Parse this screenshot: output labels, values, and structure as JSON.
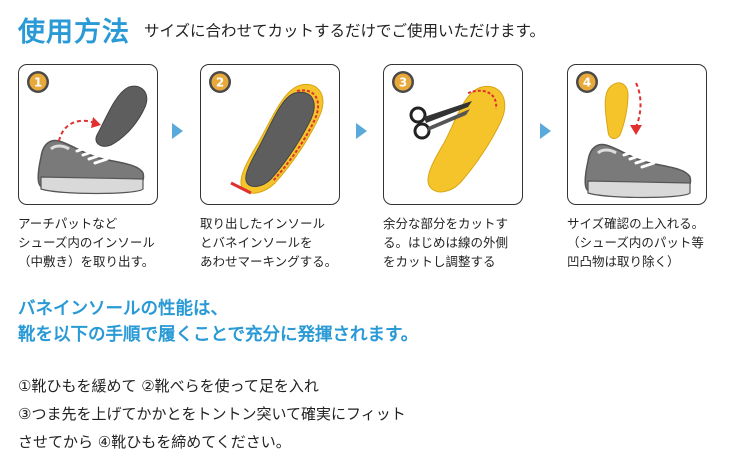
{
  "header": {
    "title": "使用方法",
    "subtitle": "サイズに合わせてカットするだけでご使用いただけます。"
  },
  "steps": [
    {
      "number": "1",
      "lines": [
        "アーチパットなど",
        "シューズ内のインソール",
        "（中敷き）を取り出す。"
      ]
    },
    {
      "number": "2",
      "lines": [
        "取り出したインソール",
        "とバネインソールを",
        "あわせマーキングする。"
      ]
    },
    {
      "number": "3",
      "lines": [
        "余分な部分をカットす",
        "る。はじめは線の外側",
        "をカットし調整する"
      ]
    },
    {
      "number": "4",
      "lines": [
        "サイズ確認の上入れる。",
        "（シューズ内のパット等",
        "凹凸物は取り除く）"
      ]
    }
  ],
  "performance": {
    "lines": [
      "バネインソールの性能は、",
      "靴を以下の手順で履くことで充分に発揮されます。"
    ]
  },
  "instructions": {
    "lines": [
      "①靴ひもを緩めて ②靴べらを使って足を入れ",
      "③つま先を上げてかかとをトントン突いて確実にフィット",
      "させてから ④靴ひもを締めてください。"
    ]
  },
  "colors": {
    "accent_blue": "#2a9ad6",
    "insole_yellow": "#f5c42b",
    "insole_gray": "#5e5e5e",
    "marking_red": "#e03030",
    "shoe_gray": "#7a7a7a"
  },
  "icons": [
    "shoe-icon",
    "insole-icon",
    "scissors-icon",
    "curved-arrow-icon",
    "step-arrow-icon"
  ]
}
